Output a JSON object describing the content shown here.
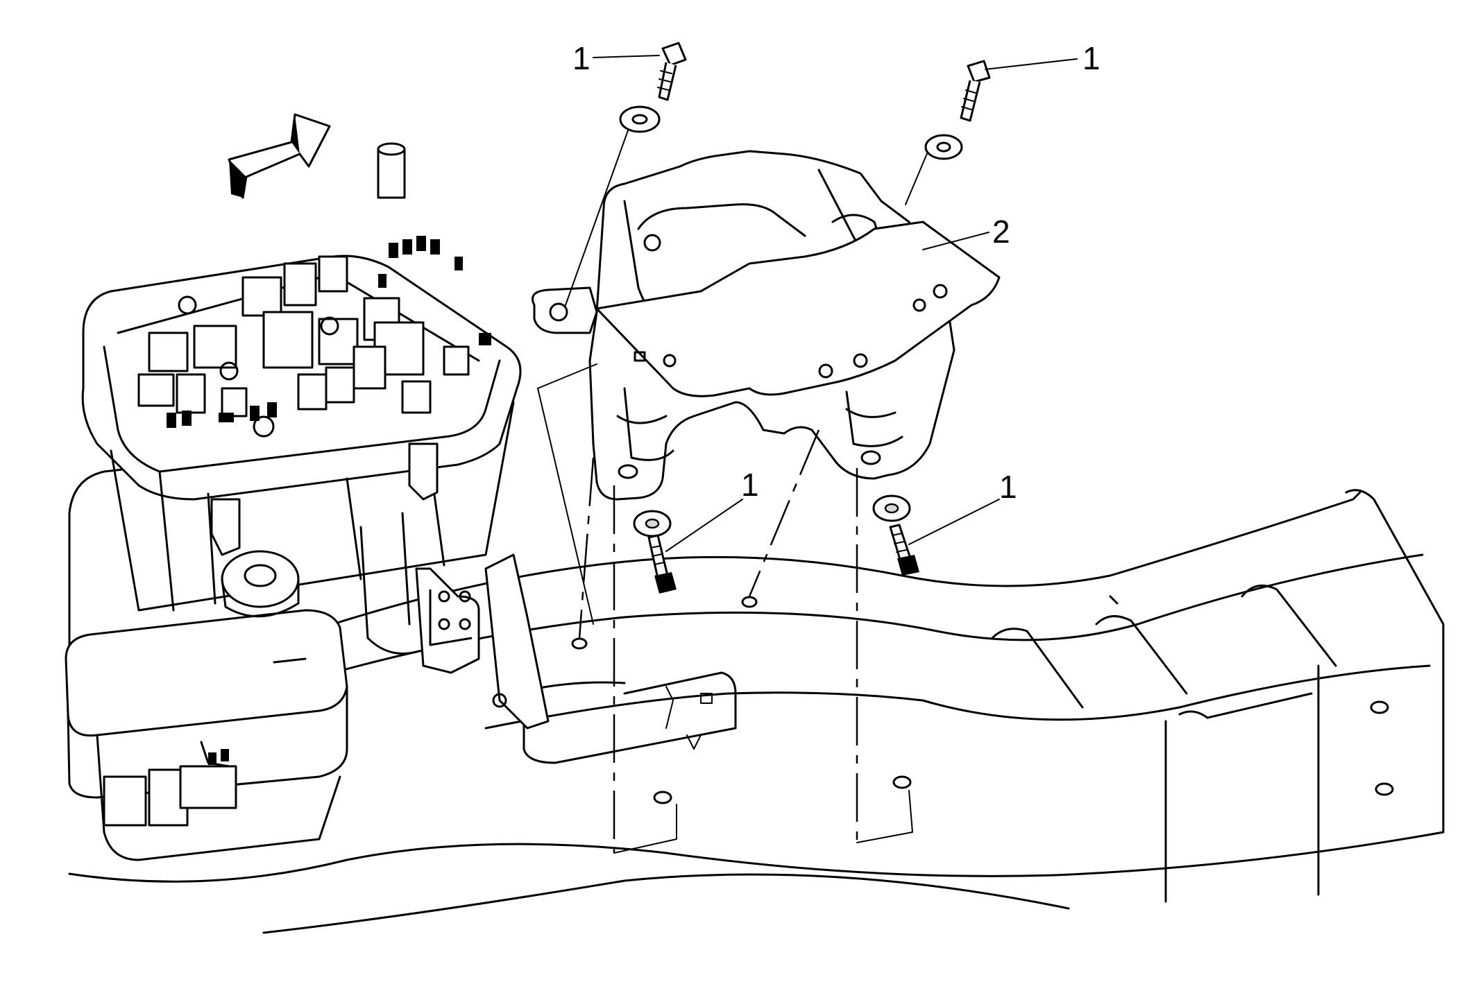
{
  "callouts": [
    {
      "id": "bolt-top-left",
      "text": "1"
    },
    {
      "id": "bolt-top-right",
      "text": "1"
    },
    {
      "id": "bracket",
      "text": "2"
    },
    {
      "id": "bolt-bottom-left",
      "text": "1"
    },
    {
      "id": "bolt-bottom-right",
      "text": "1"
    }
  ],
  "icons": {
    "direction_arrow": "forward-direction-arrow-icon"
  }
}
